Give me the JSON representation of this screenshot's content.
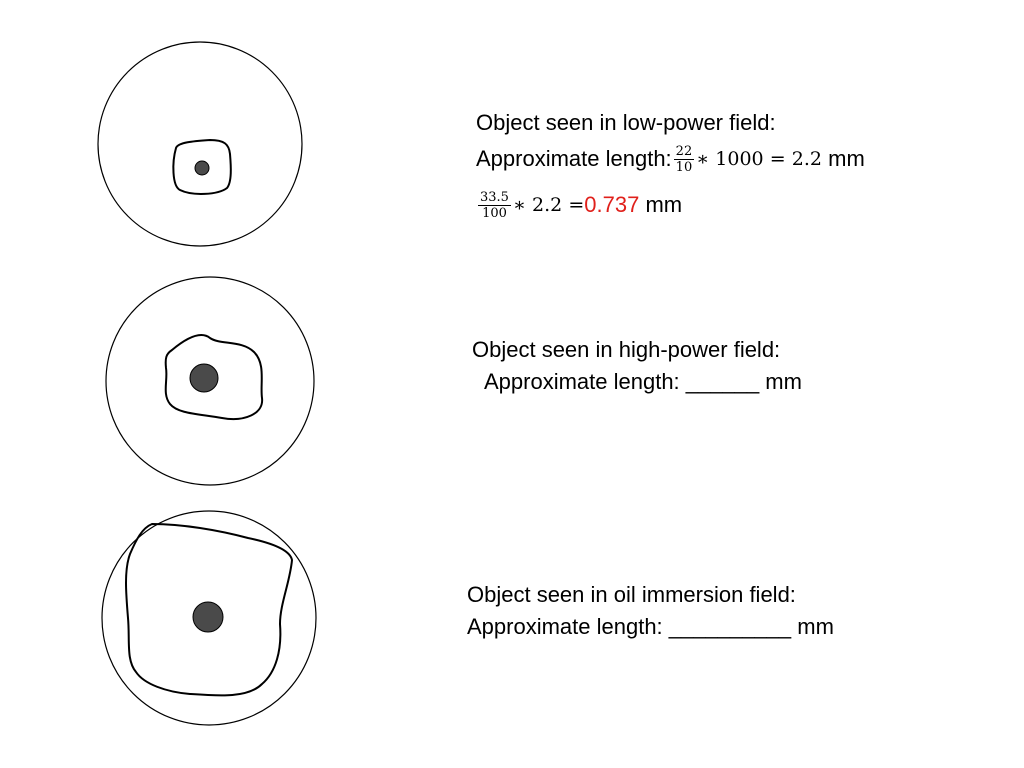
{
  "panels": {
    "low": {
      "title": "Object seen in low-power field:",
      "length_label": "Approximate length:",
      "calc1": {
        "numerator": "22",
        "denominator": "10",
        "operator": "∗",
        "factor": "1000",
        "equals": "=",
        "result": "2.2",
        "unit": "mm"
      },
      "calc2": {
        "numerator": "33.5",
        "denominator": "100",
        "operator": "∗",
        "factor": "2.2",
        "equals": "=",
        "answer": "0.737",
        "unit": "mm"
      }
    },
    "high": {
      "title": "Object seen in high-power field:",
      "length_line": "Approximate length: ______ mm"
    },
    "oil": {
      "title": "Object seen in oil immersion field:",
      "length_line": "Approximate length: __________ mm"
    }
  },
  "colors": {
    "answer": "#e0201b",
    "dot": "#4a4a4a",
    "line": "#000000"
  }
}
